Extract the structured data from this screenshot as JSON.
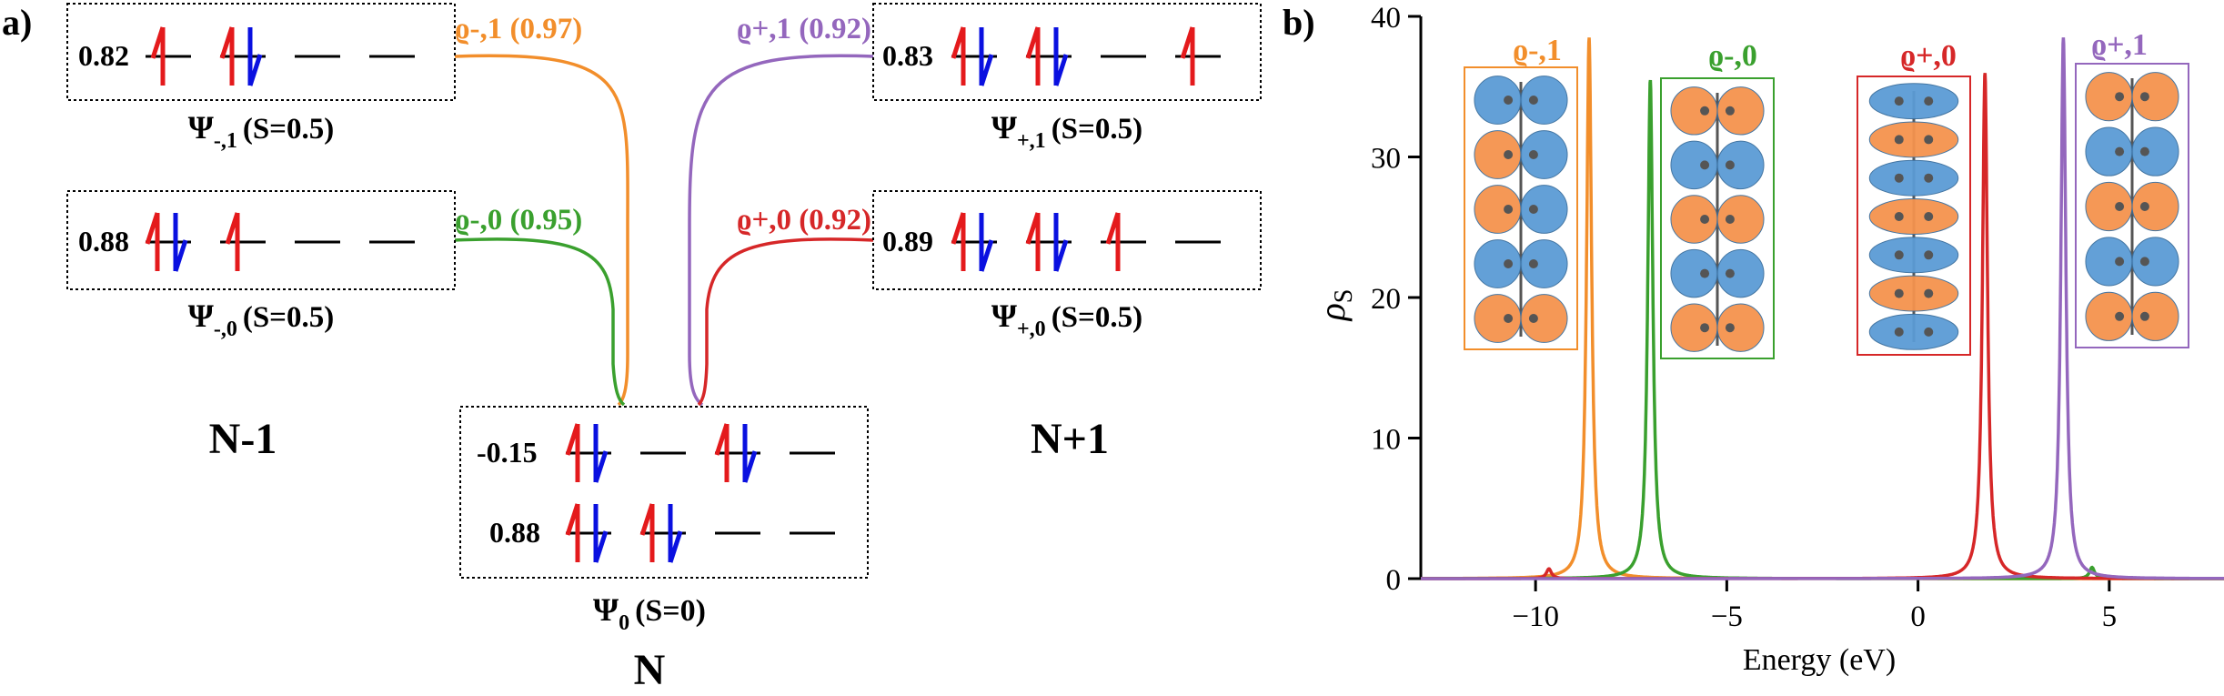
{
  "panel_a": {
    "label": "a)",
    "group_labels": {
      "minus": "N-1",
      "neutral": "N",
      "plus": "N+1"
    },
    "configs": [
      {
        "id": "psi-m1",
        "weight": "0.82",
        "psi": "Ψ",
        "sub": "-,1",
        "spin": "(S=0.5)",
        "levels": [
          {
            "orb": [
              "up"
            ]
          },
          {
            "orb": [
              "up",
              "down"
            ]
          },
          {
            "orb": []
          },
          {
            "orb": []
          }
        ]
      },
      {
        "id": "psi-m0",
        "weight": "0.88",
        "psi": "Ψ",
        "sub": "-,0",
        "spin": "(S=0.5)",
        "levels": [
          {
            "orb": [
              "up",
              "down"
            ]
          },
          {
            "orb": [
              "up"
            ]
          },
          {
            "orb": []
          },
          {
            "orb": []
          }
        ]
      },
      {
        "id": "psi-p1",
        "weight": "0.83",
        "psi": "Ψ",
        "sub": "+,1",
        "spin": "(S=0.5)",
        "levels": [
          {
            "orb": [
              "up",
              "down"
            ]
          },
          {
            "orb": [
              "up",
              "down"
            ]
          },
          {
            "orb": []
          },
          {
            "orb": [
              "up"
            ]
          }
        ]
      },
      {
        "id": "psi-p0",
        "weight": "0.89",
        "psi": "Ψ",
        "sub": "+,0",
        "spin": "(S=0.5)",
        "levels": [
          {
            "orb": [
              "up",
              "down"
            ]
          },
          {
            "orb": [
              "up",
              "down"
            ]
          },
          {
            "orb": [
              "up"
            ]
          },
          {
            "orb": []
          }
        ]
      },
      {
        "id": "psi-0",
        "psi": "Ψ",
        "sub": "0",
        "spin": "(S=0)",
        "rows": [
          {
            "weight": "-0.15",
            "levels": [
              {
                "orb": [
                  "up",
                  "down"
                ]
              },
              {
                "orb": []
              },
              {
                "orb": [
                  "up",
                  "down"
                ]
              },
              {
                "orb": []
              }
            ]
          },
          {
            "weight": "0.88",
            "levels": [
              {
                "orb": [
                  "up",
                  "down"
                ]
              },
              {
                "orb": [
                  "up",
                  "down"
                ]
              },
              {
                "orb": []
              },
              {
                "orb": []
              }
            ]
          }
        ]
      }
    ],
    "transitions": [
      {
        "id": "rho-m1",
        "label": "ϱ-,1 (0.97)",
        "color": "#f28e2b"
      },
      {
        "id": "rho-m0",
        "label": "ϱ-,0 (0.95)",
        "color": "#3aa02e"
      },
      {
        "id": "rho-p1",
        "label": "ϱ+,1 (0.92)",
        "color": "#9467bd"
      },
      {
        "id": "rho-p0",
        "label": "ϱ+,0 (0.92)",
        "color": "#d62728"
      }
    ],
    "spin_colors": {
      "up": "#e41a1c",
      "down": "#0a10e0"
    }
  },
  "panel_b": {
    "label": "b)",
    "orbital_colors": {
      "positive": "#f5934e",
      "negative": "#5b9bd5",
      "atom": "#555555"
    },
    "chart_data": {
      "type": "line",
      "xlabel": "Energy (eV)",
      "ylabel": "ρ",
      "ylabel_sub": "S",
      "xlim": [
        -13,
        8
      ],
      "ylim": [
        0,
        40
      ],
      "xticks": [
        -10,
        -5,
        0,
        5
      ],
      "xtick_labels": [
        "−10",
        "−5",
        "0",
        "5"
      ],
      "yticks": [
        0,
        10,
        20,
        30,
        40
      ],
      "ytick_labels": [
        "0",
        "10",
        "20",
        "30",
        "40"
      ],
      "grid": false,
      "series": [
        {
          "name": "ϱ-,1",
          "color": "#f28e2b",
          "peaks": [
            {
              "x": -8.6,
              "y": 38.5
            }
          ],
          "width": 0.08
        },
        {
          "name": "ϱ-,0",
          "color": "#3aa02e",
          "peaks": [
            {
              "x": -7.0,
              "y": 35.5
            },
            {
              "x": 4.55,
              "y": 0.8
            }
          ],
          "width": 0.08
        },
        {
          "name": "ϱ+,0",
          "color": "#d62728",
          "peaks": [
            {
              "x": 1.75,
              "y": 36.0
            },
            {
              "x": -9.65,
              "y": 0.7
            }
          ],
          "width": 0.08
        },
        {
          "name": "ϱ+,1",
          "color": "#9467bd",
          "peaks": [
            {
              "x": 3.8,
              "y": 38.5
            }
          ],
          "width": 0.08
        }
      ]
    },
    "insets": [
      {
        "label": "ϱ-,1",
        "color": "#f28e2b",
        "pattern": "m1"
      },
      {
        "label": "ϱ-,0",
        "color": "#3aa02e",
        "pattern": "m0"
      },
      {
        "label": "ϱ+,0",
        "color": "#d62728",
        "pattern": "p0"
      },
      {
        "label": "ϱ+,1",
        "color": "#9467bd",
        "pattern": "p1"
      }
    ]
  }
}
